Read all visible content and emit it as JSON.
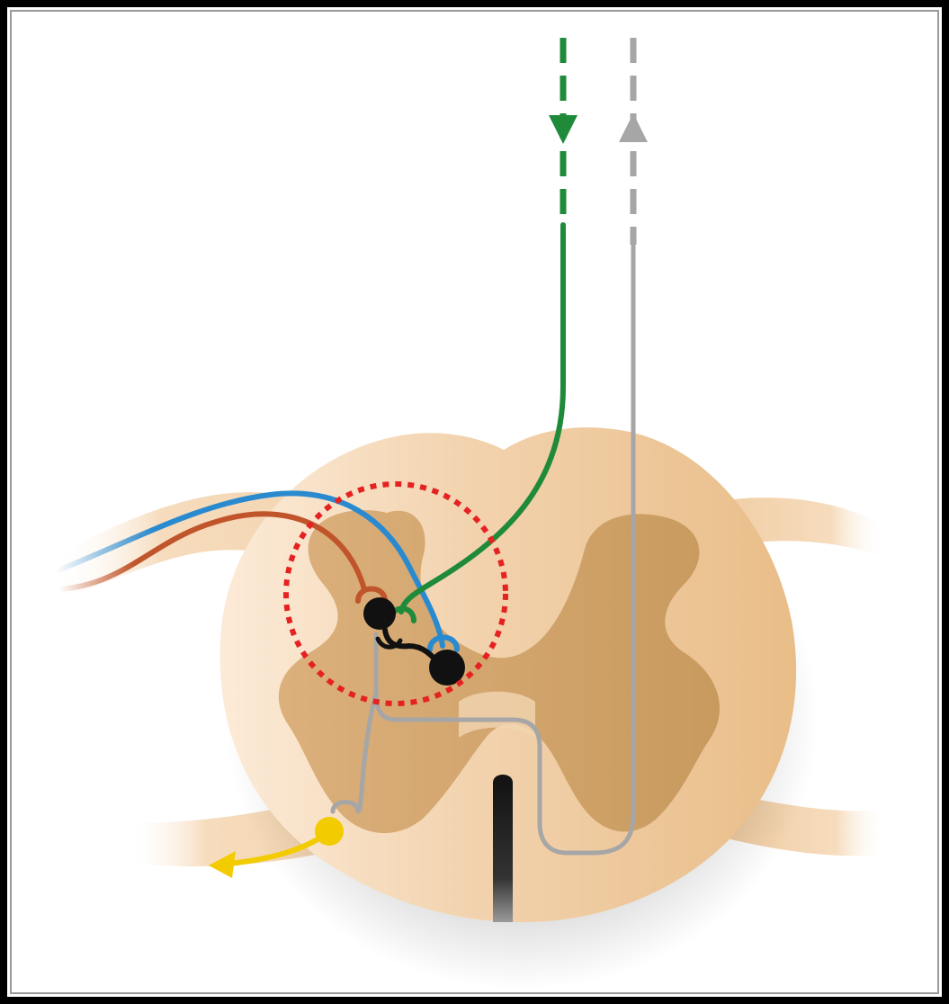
{
  "diagram": {
    "frame_color": "#000000",
    "frame_inner_color": "#9a9a9a",
    "background": "#ffffff",
    "colors": {
      "cord_white_matter": "#f1cc9f",
      "cord_gray_matter": "#d3a56c",
      "central_fissure": "#111111",
      "nerve_root": "#f5d9b6",
      "afferent_blue": "#2a8ad0",
      "afferent_brown": "#c0542a",
      "descending_green": "#1e8a3a",
      "ascending_gray": "#a6a6a6",
      "interneuron": "#111111",
      "motor_output": "#f2cc00",
      "highlight_circle": "#e52222"
    },
    "elements": [
      {
        "name": "spinal-cord-cross-section"
      },
      {
        "name": "dorsal-root"
      },
      {
        "name": "ventral-root"
      },
      {
        "name": "blue-afferent-fiber"
      },
      {
        "name": "brown-afferent-fiber"
      },
      {
        "name": "descending-green-pathway"
      },
      {
        "name": "ascending-gray-pathway"
      },
      {
        "name": "interneuron-1"
      },
      {
        "name": "interneuron-2"
      },
      {
        "name": "motor-neuron"
      },
      {
        "name": "highlight-circle"
      }
    ]
  }
}
